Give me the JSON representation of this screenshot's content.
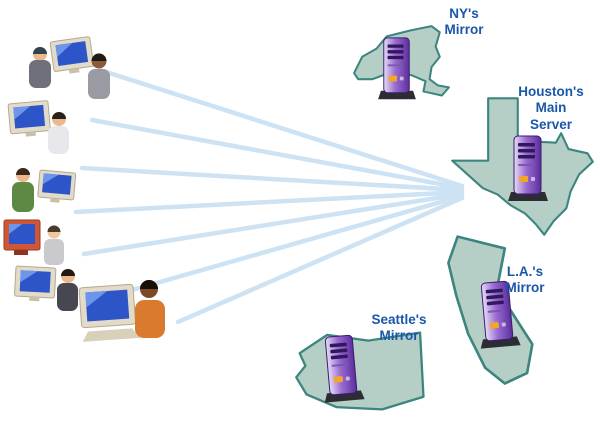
{
  "diagram": {
    "palette": {
      "connection_line": "#cde2f3",
      "state_fill": "#b6cfc6",
      "state_stroke": "#3d8580",
      "label_text": "#1a57a8",
      "server_purple": "#5c2e9e",
      "server_accent": "#f2a62c",
      "screen_blue": "#2d55c8"
    },
    "nodes": {
      "ny": {
        "label_line1": "NY's",
        "label_line2": "Mirror"
      },
      "houston": {
        "label_line1": "Houston's",
        "label_line2": "Main",
        "label_line3": "Server"
      },
      "la": {
        "label_line1": "L.A.'s",
        "label_line2": "Mirror"
      },
      "seattle": {
        "label_line1": "Seattle's",
        "label_line2": "Mirror"
      }
    }
  }
}
